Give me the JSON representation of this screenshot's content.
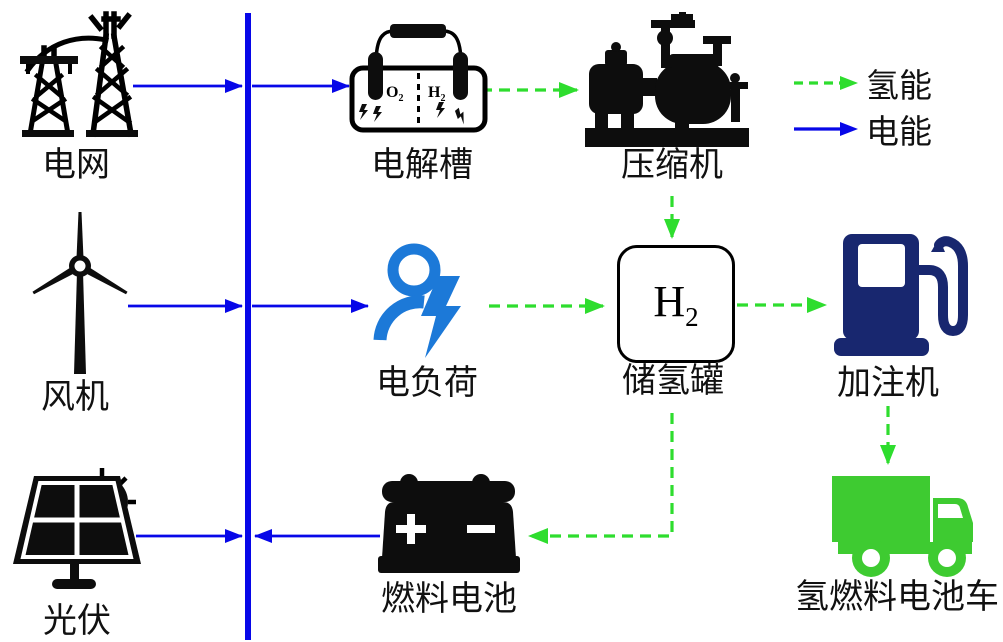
{
  "diagram": {
    "legend": {
      "hydrogen": {
        "label": "氢能"
      },
      "electric": {
        "label": "电能"
      }
    },
    "nodes": {
      "grid": {
        "label": "电网"
      },
      "electrolyzer": {
        "label": "电解槽",
        "left_gas": {
          "main": "O",
          "sub": "2"
        },
        "right_gas": {
          "main": "H",
          "sub": "2"
        }
      },
      "compressor": {
        "label": "压缩机"
      },
      "wind": {
        "label": "风机"
      },
      "load": {
        "label": "电负荷"
      },
      "h2_tank": {
        "label": "储氢罐",
        "symbol": {
          "main": "H",
          "sub": "2"
        }
      },
      "dispenser": {
        "label": "加注机"
      },
      "pv": {
        "label": "光伏"
      },
      "fuel_cell": {
        "label": "燃料电池"
      },
      "vehicle": {
        "label": "氢燃料电池车"
      }
    },
    "edges": [
      {
        "from": "grid",
        "to": "bus",
        "type": "electric"
      },
      {
        "from": "bus",
        "to": "electrolyzer",
        "type": "electric"
      },
      {
        "from": "electrolyzer",
        "to": "compressor",
        "type": "hydrogen"
      },
      {
        "from": "compressor",
        "to": "h2_tank",
        "type": "hydrogen"
      },
      {
        "from": "wind",
        "to": "bus",
        "type": "electric"
      },
      {
        "from": "bus",
        "to": "load",
        "type": "electric"
      },
      {
        "from": "load",
        "to": "h2_tank",
        "type": "hydrogen"
      },
      {
        "from": "h2_tank",
        "to": "dispenser",
        "type": "hydrogen"
      },
      {
        "from": "dispenser",
        "to": "vehicle",
        "type": "hydrogen"
      },
      {
        "from": "h2_tank",
        "to": "fuel_cell",
        "type": "hydrogen"
      },
      {
        "from": "pv",
        "to": "bus",
        "type": "electric"
      },
      {
        "from": "fuel_cell",
        "to": "bus",
        "type": "electric"
      }
    ],
    "colors": {
      "electric": "#0707e8",
      "hydrogen": "#2edd2e",
      "load_icon": "#1c79d8",
      "dispenser_icon": "#18276f",
      "vehicle_icon": "#3ecb31",
      "icon_black": "#0d0d0d",
      "background": "#ffffff",
      "text": "#111111"
    }
  }
}
